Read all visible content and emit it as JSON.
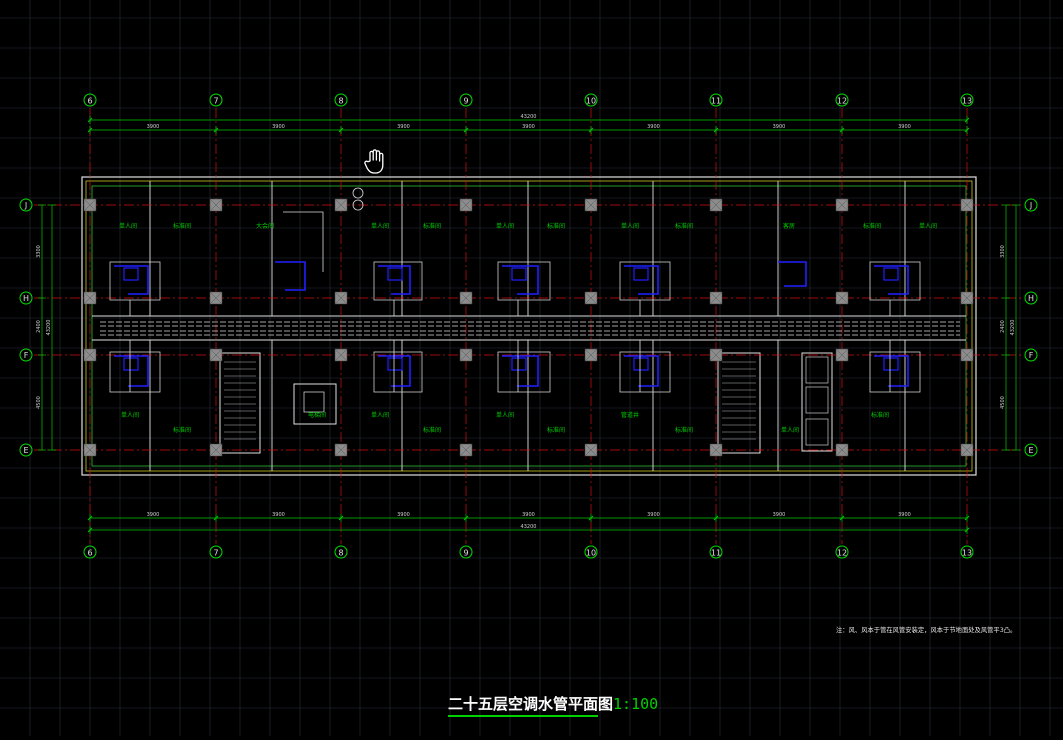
{
  "drawing": {
    "title": "二十五层空调水管平面图",
    "scale": "1:100",
    "note": "注：风、风本于管在风管安装定，风本于节地面处及风管平3凸。"
  },
  "axes": {
    "columns": [
      "6",
      "7",
      "8",
      "9",
      "10",
      "11",
      "12",
      "13"
    ],
    "rows": [
      "J",
      "H",
      "F",
      "E"
    ]
  },
  "dimensions": {
    "overall": "43200",
    "bays": [
      "3900",
      "3900",
      "3900",
      "3900",
      "3900",
      "3900",
      "3900"
    ],
    "left_spans": [
      "3300",
      "2400",
      "4500"
    ],
    "right_spans": [
      "3300",
      "2400",
      "4500"
    ]
  },
  "rooms": {
    "top": [
      "单人间",
      "标准间",
      "大会间",
      "单人间",
      "标准间",
      "单人间",
      "标准间",
      "单人间",
      "标准间",
      "客房",
      "标准间",
      "单人间"
    ],
    "bottom": [
      "单人间",
      "标准间",
      "电梯间",
      "标准间",
      "单人间",
      "标准间",
      "单人间",
      "标准间",
      "管道井",
      "单人间",
      "标准间"
    ]
  },
  "colors": {
    "background": "#000000",
    "grid": "#2a2d3a",
    "axis_line": "#d01010",
    "axis_bubble": "#00e000",
    "wall": "#e0e0e0",
    "pipe": "#2020ff",
    "column": "#8c8c8c",
    "dimension": "#00c800",
    "title": "#ffffff"
  },
  "cursor": {
    "icon": "hand-pan-icon"
  }
}
